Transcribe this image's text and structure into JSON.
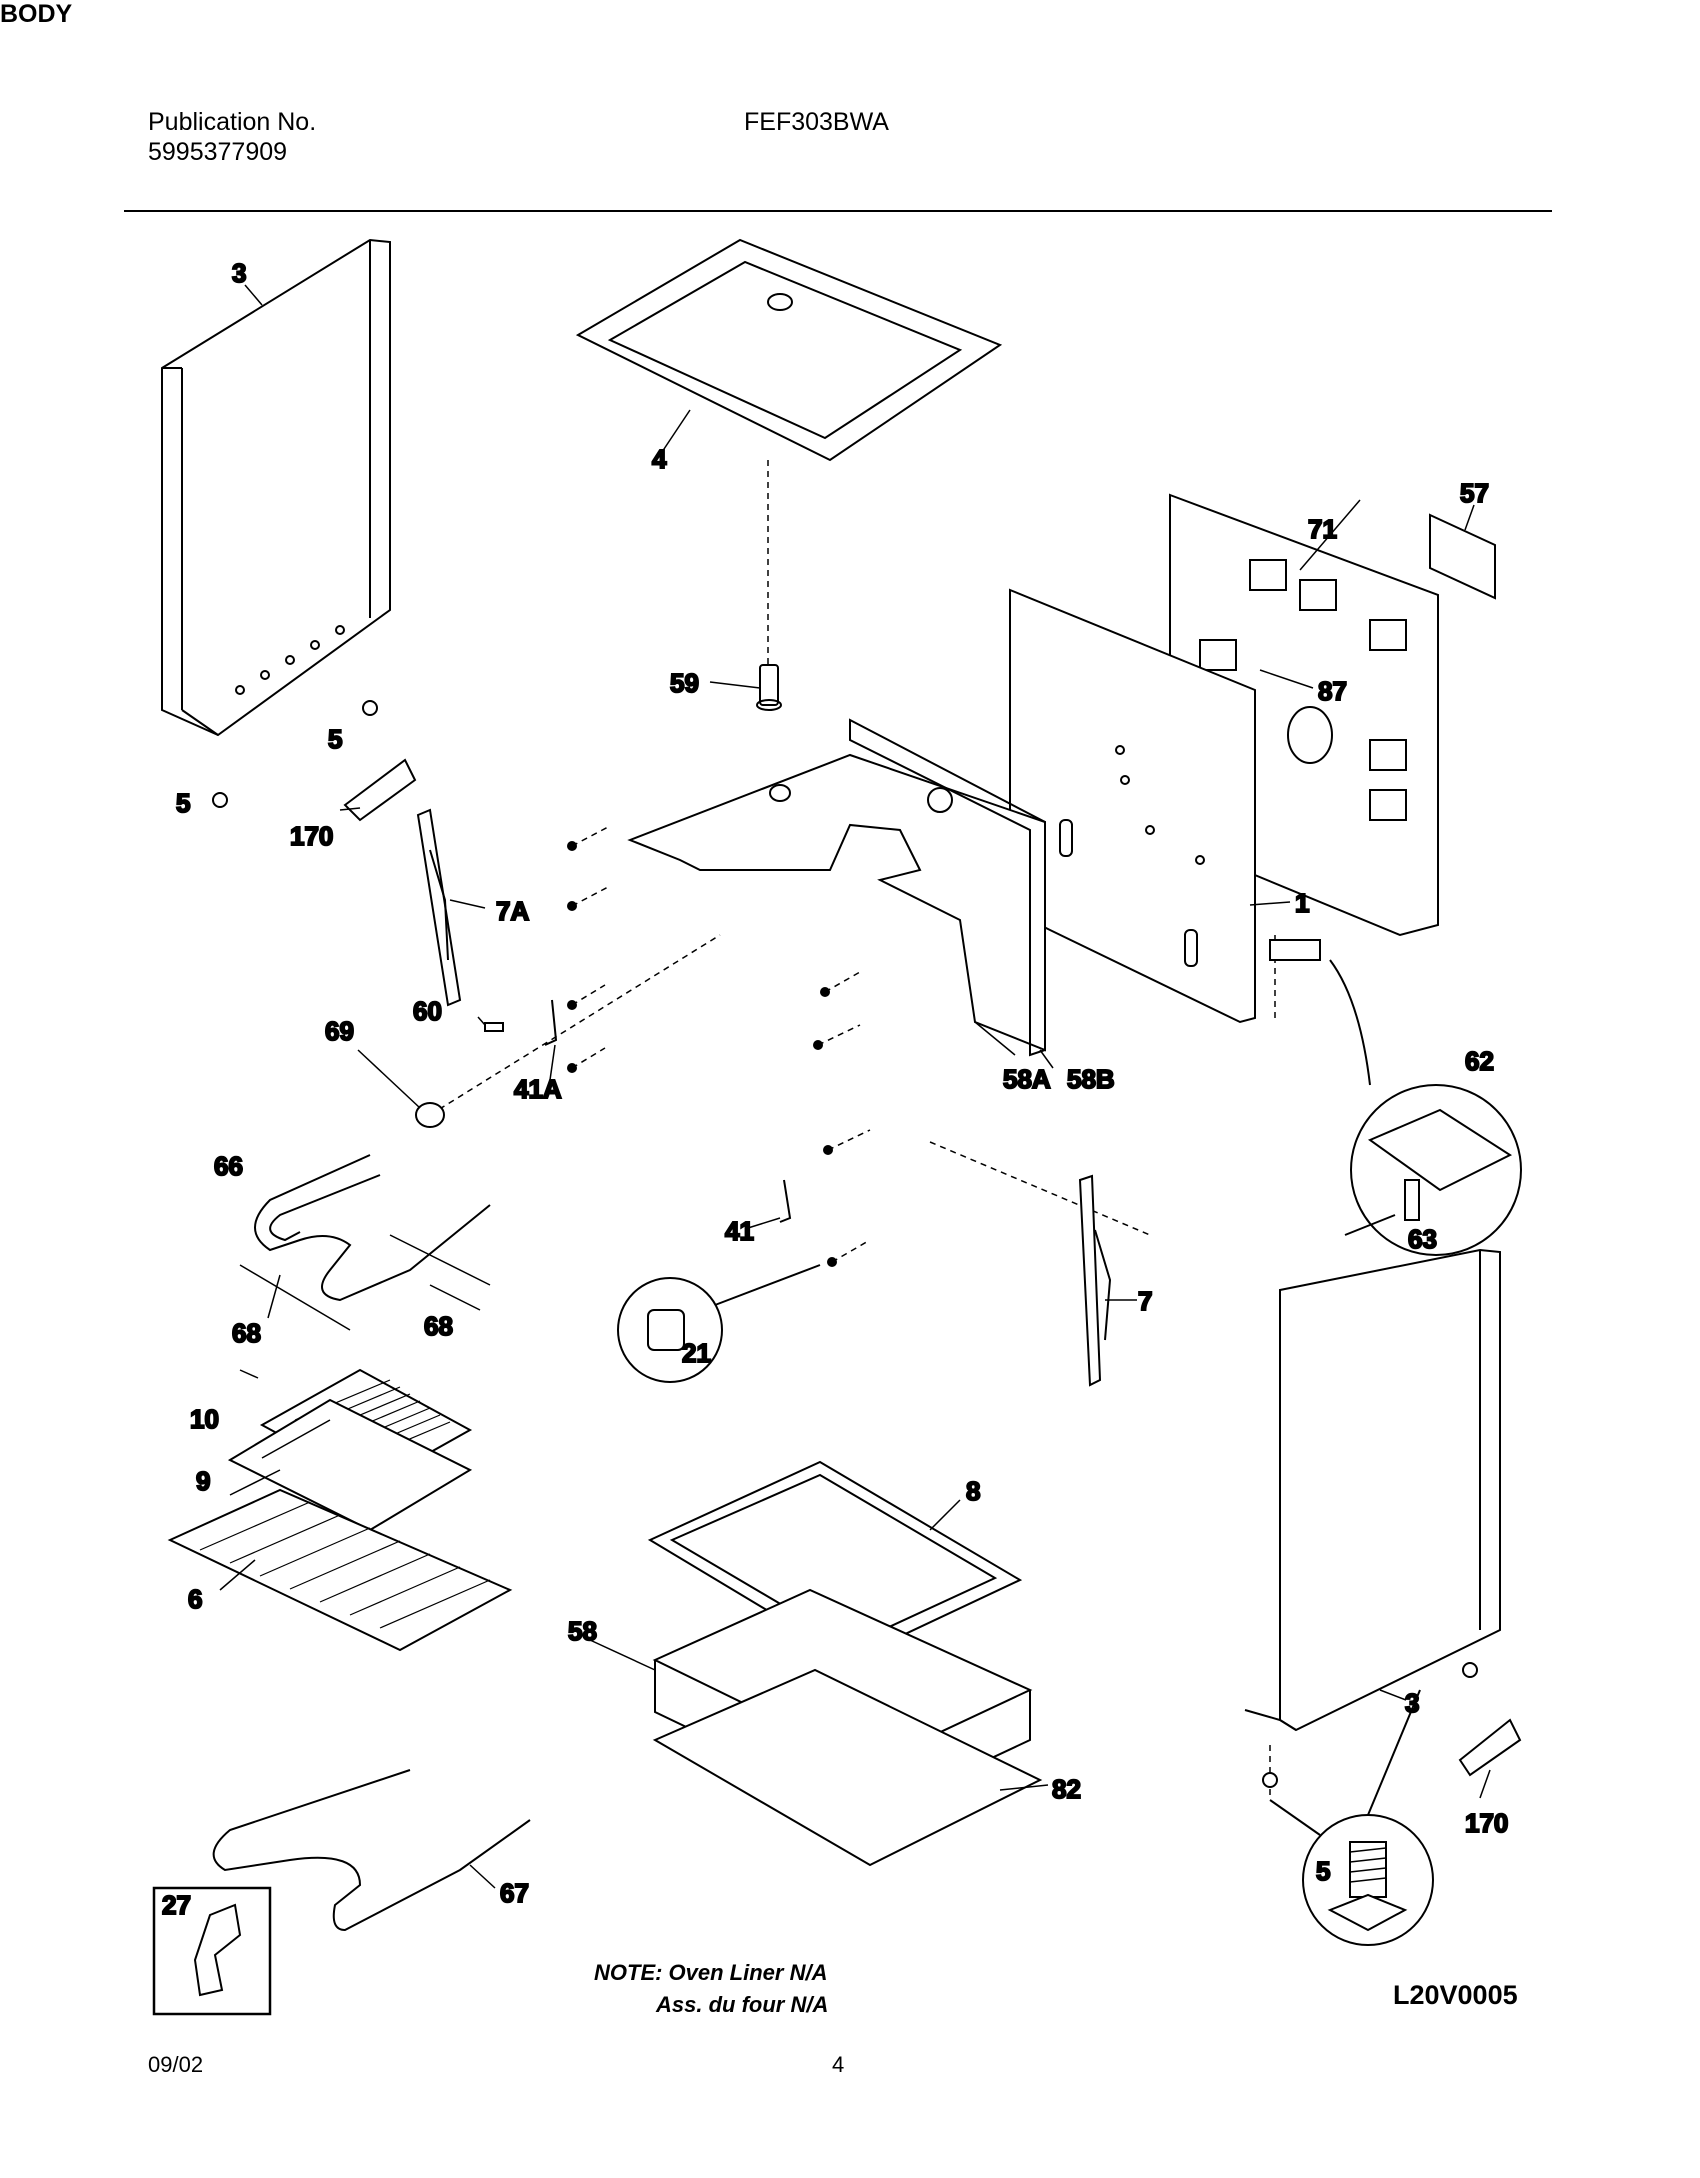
{
  "header": {
    "publication_label": "Publication No.",
    "publication_number": "5995377909",
    "model": "FEF303BWA",
    "section_title": "BODY"
  },
  "callouts": {
    "c3a": "3",
    "c3b": "3",
    "c4": "4",
    "c5a": "5",
    "c5b": "5",
    "c5c": "5",
    "c170a": "170",
    "c170b": "170",
    "c7a": "7A",
    "c7": "7",
    "c60": "60",
    "c69": "69",
    "c41a": "41A",
    "c41": "41",
    "c66": "66",
    "c68a": "68",
    "c68b": "68",
    "c21": "21",
    "c59": "59",
    "c58a": "58A",
    "c58b": "58B",
    "c58": "58",
    "c1": "1",
    "c71": "71",
    "c57": "57",
    "c87": "87",
    "c62": "62",
    "c63": "63",
    "c10": "10",
    "c9": "9",
    "c6": "6",
    "c8": "8",
    "c82": "82",
    "c67": "67",
    "c27": "27"
  },
  "note": {
    "line1": "NOTE: Oven Liner N/A",
    "line2": "Ass. du four N/A"
  },
  "drawing_code": "L20V0005",
  "footer": {
    "date": "09/02",
    "page": "4"
  }
}
